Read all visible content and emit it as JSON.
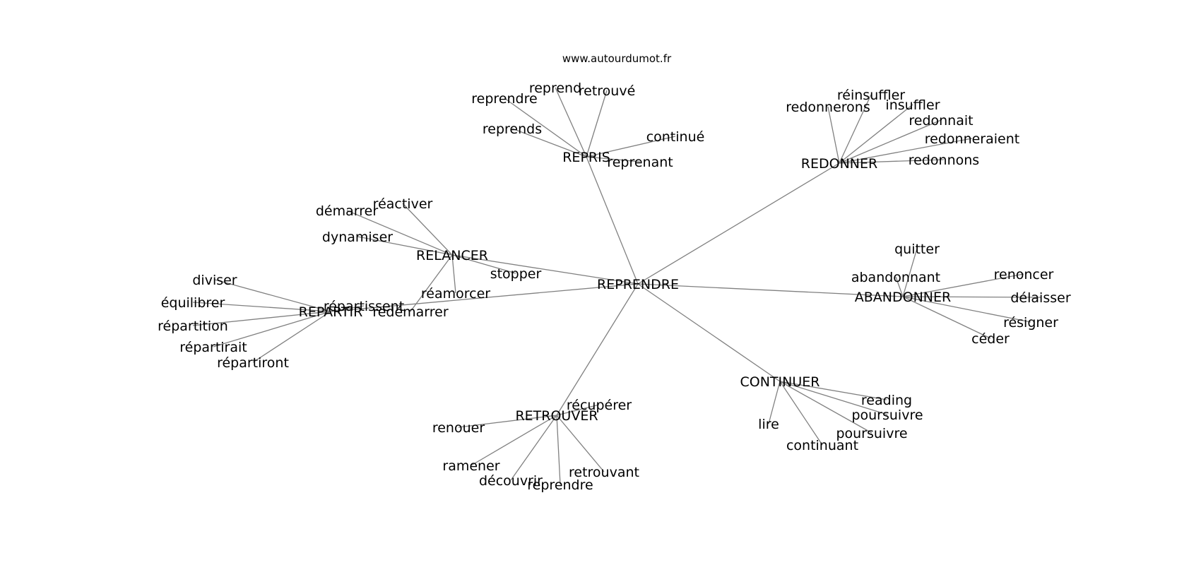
{
  "source": "www.autourdumot.fr",
  "center": "REPRENDRE",
  "hubs": [
    {
      "label": "REPRIS",
      "leaves": [
        "reprend",
        "retrouvé",
        "reprendre",
        "reprends",
        "continué",
        "reprenant"
      ]
    },
    {
      "label": "REDONNER",
      "leaves": [
        "réinsuffler",
        "redonnerons",
        "insuffler",
        "redonnait",
        "redonneraient",
        "redonnons"
      ]
    },
    {
      "label": "RELANCER",
      "leaves": [
        "démarrer",
        "réactiver",
        "dynamiser",
        "stopper",
        "réamorcer",
        "redémarrer"
      ]
    },
    {
      "label": "REPARTIR",
      "leaves": [
        "diviser",
        "équilibrer",
        "répartissent",
        "répartition",
        "répartirait",
        "répartiront"
      ]
    },
    {
      "label": "ABANDONNER",
      "leaves": [
        "quitter",
        "abandonnant",
        "renoncer",
        "délaisser",
        "résigner",
        "céder"
      ]
    },
    {
      "label": "CONTINUER",
      "leaves": [
        "reading",
        "poursuivre",
        "poursuivre",
        "lire",
        "continuant"
      ]
    },
    {
      "label": "RETROUVER",
      "leaves": [
        "récupérer",
        "renouer",
        "ramener",
        "découvrir",
        "reprendre",
        "retrouvant"
      ]
    }
  ]
}
